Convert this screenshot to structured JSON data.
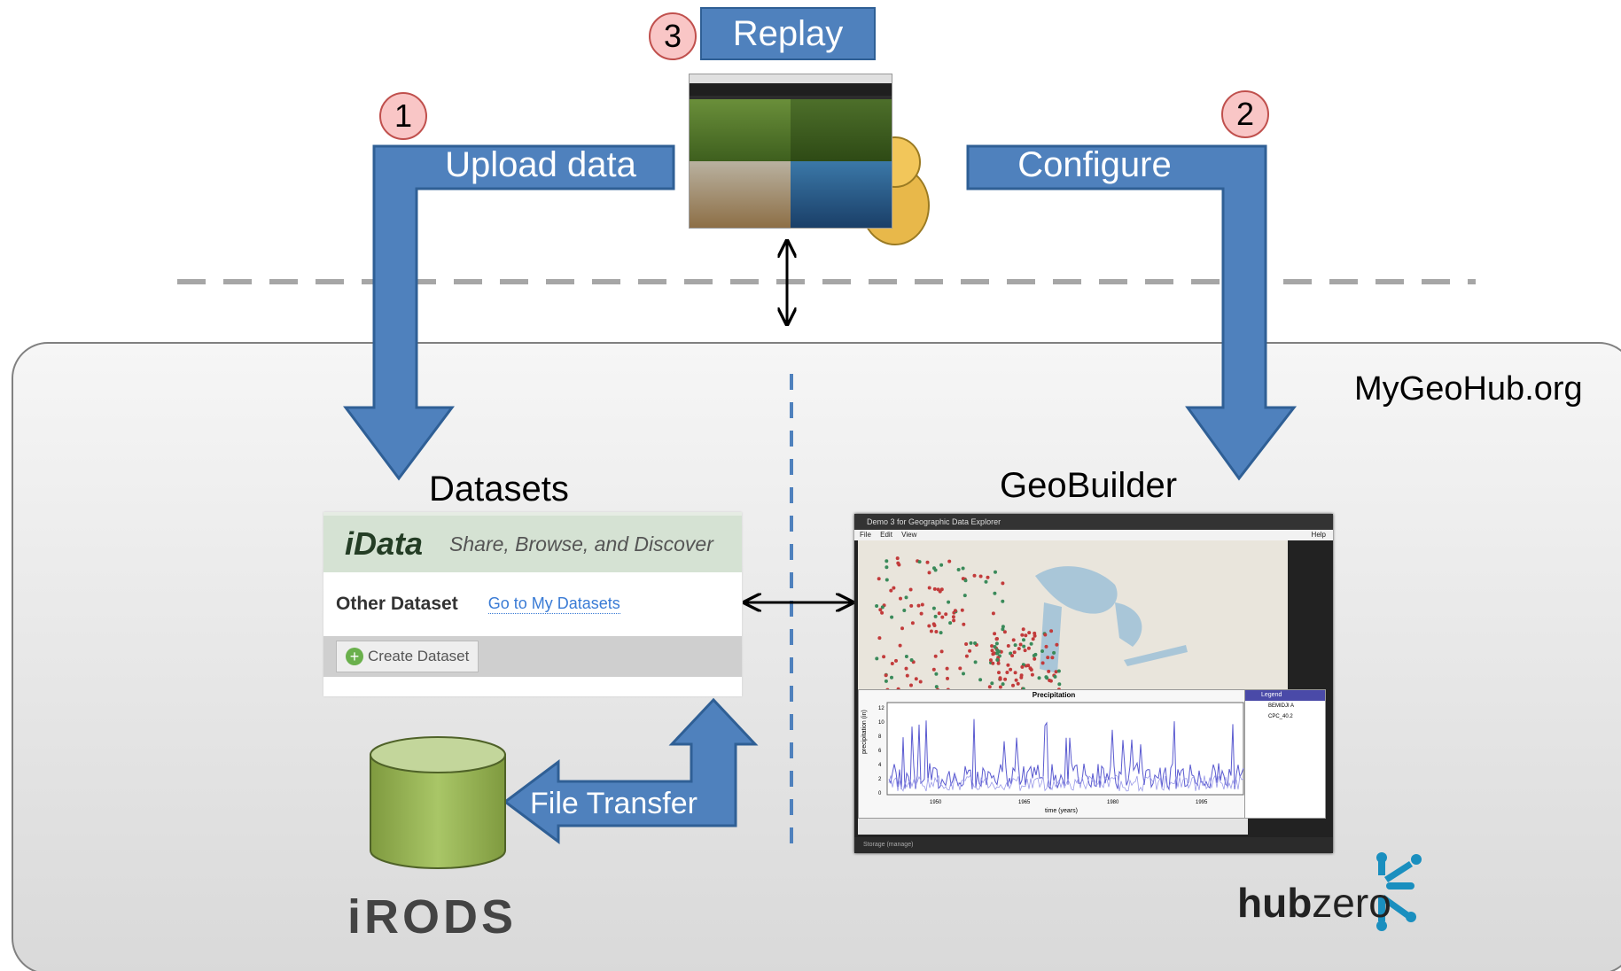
{
  "steps": {
    "upload": {
      "number": "1",
      "label": "Upload data"
    },
    "configure": {
      "number": "2",
      "label": "Configure"
    },
    "replay": {
      "number": "3",
      "label": "Replay"
    }
  },
  "platform": {
    "label": "MyGeoHub.org"
  },
  "datasets": {
    "caption": "Datasets",
    "idata": {
      "brand": "iData",
      "tagline": "Share, Browse, and Discover",
      "section_title": "Other Dataset",
      "goto_link": "Go to My Datasets",
      "create_button": "Create Dataset"
    }
  },
  "geobuilder": {
    "caption": "GeoBuilder",
    "window_title": "Demo 3 for Geographic Data Explorer",
    "menu": [
      "File",
      "Edit",
      "View"
    ],
    "help": "Help",
    "plot_title": "Precipitation",
    "y_label": "precipitation (in)",
    "x_label": "time (years)",
    "y_ticks": [
      "12",
      "10",
      "8",
      "6",
      "4",
      "2",
      "0"
    ],
    "x_ticks": [
      "1950",
      "1965",
      "1980",
      "1995"
    ],
    "legend_title": "Legend",
    "legend_items": [
      "BEMIDJI A",
      "CPC_40.2"
    ],
    "storage_label": "Storage (manage)"
  },
  "transfer": {
    "label": "File Transfer"
  },
  "logos": {
    "irods": "iRODS",
    "hub_bold": "hub",
    "hub_light": "zero"
  },
  "colors": {
    "arrow": "#4f81bd",
    "arrow_border": "#2f5f95",
    "cylinder": "#9bbb59",
    "platform_bg": "#e6e6e6"
  }
}
